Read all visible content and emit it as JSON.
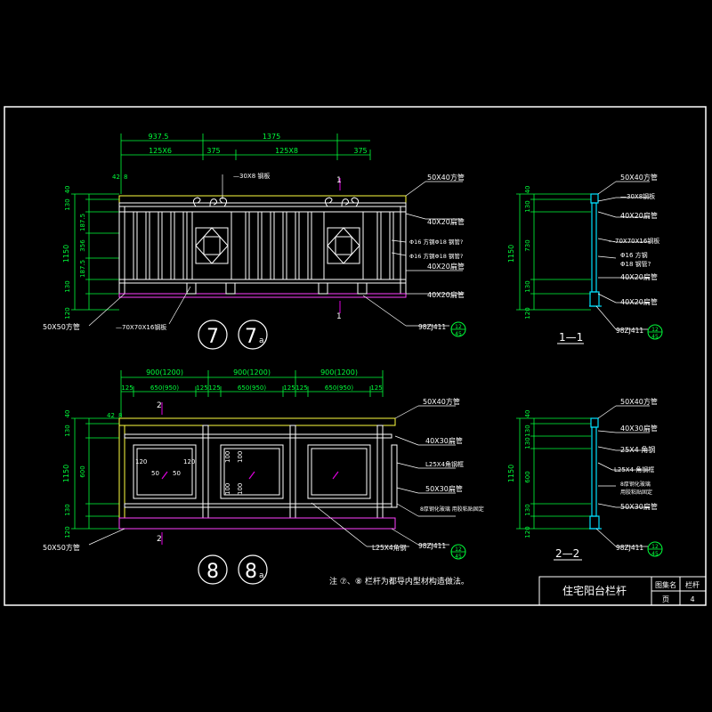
{
  "colors": {
    "background": "#000000",
    "drawing": "#ffffff",
    "dimension": "#00ff3a",
    "magenta": "#e000e0",
    "cyan": "#00e0ff",
    "yellow": "#ffff40"
  },
  "elev7": {
    "top_dims": [
      "937.5",
      "1375"
    ],
    "sub_dims": [
      "125X6",
      "375",
      "125X8",
      "375"
    ],
    "left_small": [
      "42",
      "8"
    ],
    "left_dims": [
      "40",
      "130",
      "187.5",
      "356",
      "187.5",
      "130",
      "120"
    ],
    "left_total": "1150",
    "section_mark": "1",
    "labels": [
      "50X40方管",
      "—30X8 钢板",
      "40X20扁管",
      "Φ16 方钢Φ18 钢管?",
      "Φ16 方钢Φ18 钢管?",
      "40X20扁管",
      "40X20扁管",
      "—70X70X16钢板",
      "50X50方管",
      "98ZJ411"
    ],
    "detail_num": "12",
    "detail_ref": "45",
    "circle_a": "7",
    "circle_b": "7",
    "circle_b_sub": "a"
  },
  "elev8": {
    "top_dims": [
      "900(1200)",
      "900(1200)",
      "900(1200)"
    ],
    "sub_dims": [
      "125",
      "650(950)",
      "125",
      "125",
      "650(950)",
      "125",
      "125",
      "650(950)",
      "125"
    ],
    "left_small": [
      "42",
      "8"
    ],
    "left_dims": [
      "40",
      "130",
      "600",
      "130",
      "120"
    ],
    "left_total": "1150",
    "section_mark": "2",
    "inner_dims": [
      "120",
      "50",
      "50",
      "120",
      "100",
      "100",
      "100",
      "100"
    ],
    "labels": [
      "50X40方管",
      "40X30扁管",
      "L25X4角钢框",
      "50X30扁管",
      "8厚钢化玻璃 用胶粘贴固定",
      "L25X4角钢",
      "98ZJ411",
      "50X50方管"
    ],
    "detail_num": "12",
    "detail_ref": "45",
    "circle_a": "8",
    "circle_b": "8",
    "circle_b_sub": "a"
  },
  "section1": {
    "left_dims": [
      "40",
      "130",
      "730",
      "130",
      "120"
    ],
    "left_total": "1150",
    "labels": [
      "50X40方管",
      "—30X8钢板",
      "40X20扁管",
      "—70X70X16钢板",
      "Φ16 方钢",
      "Φ18 钢管?",
      "40X20扁管",
      "40X20扁管",
      "98ZJ411"
    ],
    "title": "1—1",
    "detail_num": "12",
    "detail_ref": "45"
  },
  "section2": {
    "left_dims": [
      "40",
      "130",
      "130",
      "600",
      "130",
      "120"
    ],
    "left_total": "1150",
    "labels": [
      "50X40方管",
      "40X30扁管",
      "25X4 角钢",
      "L25X4 角钢框",
      "8厚钢化玻璃",
      "用胶粘贴固定",
      "50X30扁管",
      "98ZJ411"
    ],
    "title": "2—2",
    "detail_num": "12",
    "detail_ref": "45"
  },
  "note": "注 ⑦、⑧ 栏杆为都导内型材构造做法。",
  "title_block": {
    "title": "住宅阳台栏杆",
    "drawing_label": "图集名",
    "drawing_value": "栏杆",
    "page_label": "页",
    "page_value": "4"
  }
}
